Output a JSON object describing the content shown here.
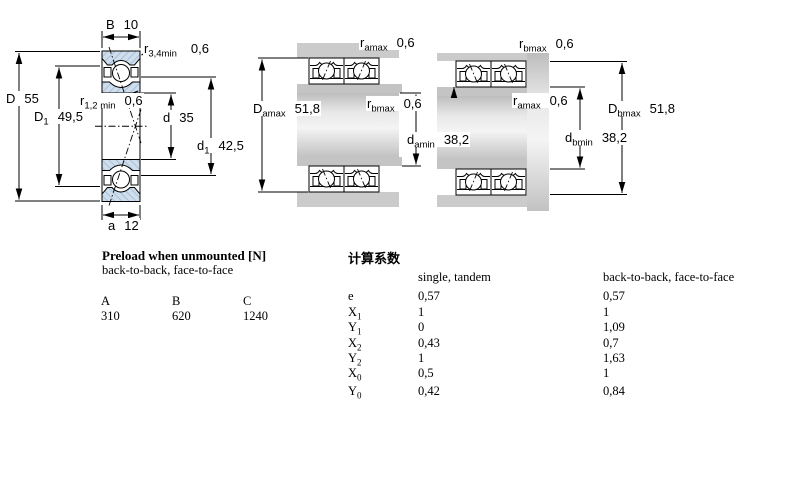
{
  "dims": {
    "B": {
      "main": "B",
      "sub": "",
      "value": "10"
    },
    "r34": {
      "main": "r",
      "sub": "3,4min",
      "value": "0,6"
    },
    "D": {
      "main": "D",
      "sub": "",
      "value": "55"
    },
    "D1": {
      "main": "D",
      "sub": "1",
      "value": "49,5"
    },
    "r12": {
      "main": "r",
      "sub": "1,2 min",
      "value": "0,6"
    },
    "d": {
      "main": "d",
      "sub": "",
      "value": "35"
    },
    "d1": {
      "main": "d",
      "sub": "1",
      "value": "42,5"
    },
    "a": {
      "main": "a",
      "sub": "",
      "value": "12"
    },
    "ramax_mid": {
      "main": "r",
      "sub": "amax",
      "value": "0,6"
    },
    "Damax": {
      "main": "D",
      "sub": "amax",
      "value": "51,8"
    },
    "rbmax_mid": {
      "main": "r",
      "sub": "bmax",
      "value": "0,6"
    },
    "damin": {
      "main": "d",
      "sub": "amin",
      "value": "38,2"
    },
    "rbmax_right": {
      "main": "r",
      "sub": "bmax",
      "value": "0,6"
    },
    "ramax_right": {
      "main": "r",
      "sub": "amax",
      "value": "0,6"
    },
    "Dbmax": {
      "main": "D",
      "sub": "bmax",
      "value": "51,8"
    },
    "dbmin": {
      "main": "d",
      "sub": "bmin",
      "value": "38,2"
    }
  },
  "preload": {
    "title": "Preload when unmounted [N]",
    "subtitle": "back-to-back, face-to-face",
    "columns": [
      "A",
      "B",
      "C"
    ],
    "values": [
      "310",
      "620",
      "1240"
    ]
  },
  "factors": {
    "title": "计算系数",
    "col1": "single, tandem",
    "col2": "back-to-back, face-to-face",
    "rows": [
      {
        "main": "e",
        "sub": "",
        "single": "0,57",
        "btb": "0,57"
      },
      {
        "main": "X",
        "sub": "1",
        "single": "1",
        "btb": "1"
      },
      {
        "main": "Y",
        "sub": "1",
        "single": "0",
        "btb": "1,09"
      },
      {
        "main": "X",
        "sub": "2",
        "single": "0,43",
        "btb": "0,7"
      },
      {
        "main": "Y",
        "sub": "2",
        "single": "1",
        "btb": "1,63"
      },
      {
        "main": "X",
        "sub": "0",
        "single": "0,5",
        "btb": "1"
      },
      {
        "main": "Y",
        "sub": "0",
        "single": "0,42",
        "btb": "0,84"
      }
    ]
  },
  "colors": {
    "ring_fill": "#cfdeed",
    "ring_hatch": "#aabfd8",
    "housing_gray": "#cbcbcb",
    "shoulder_gray": "#c4c4c4",
    "line": "#000000"
  }
}
